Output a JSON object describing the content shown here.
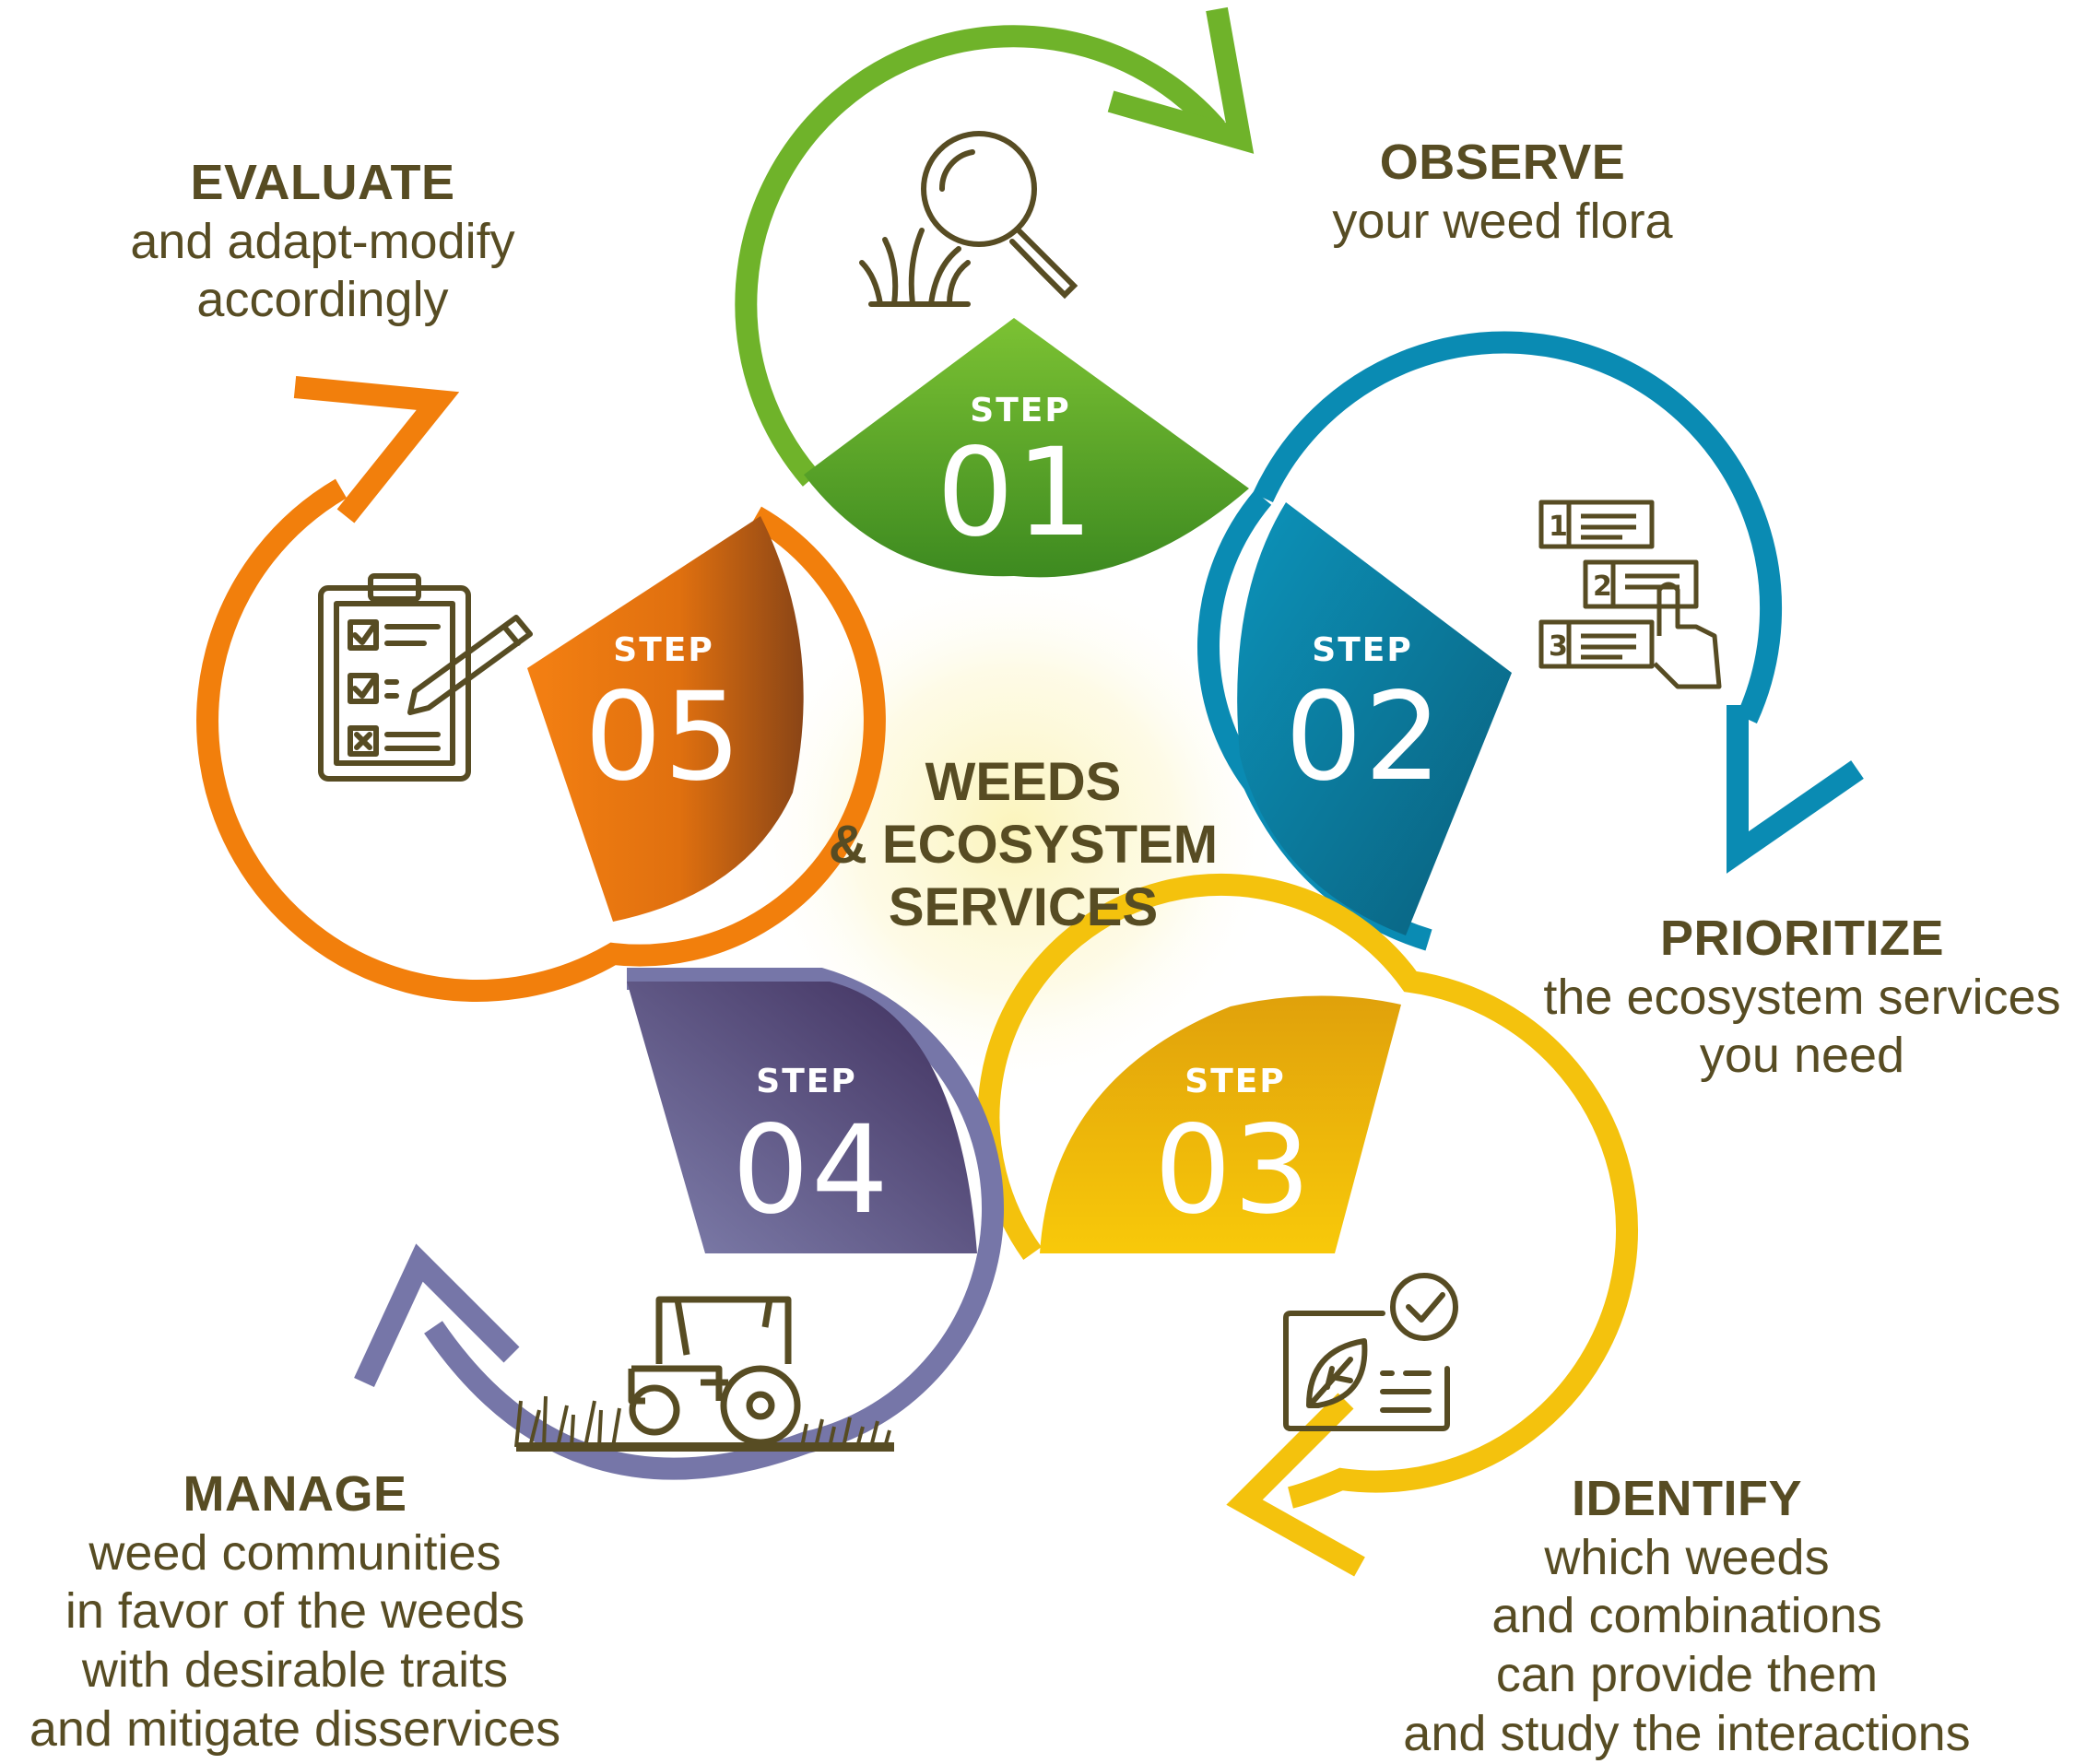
{
  "center": {
    "line1": "WEEDS",
    "line2": "& ECOSYSTEM",
    "line3": "SERVICES"
  },
  "steps": [
    {
      "word": "STEP",
      "number": "01",
      "color": "#6fb32a",
      "icon": "magnifier-grass-icon",
      "caption": {
        "heading": "OBSERVE",
        "lines": [
          "your weed flora"
        ]
      }
    },
    {
      "word": "STEP",
      "number": "02",
      "color": "#0a8bb3",
      "icon": "ranked-list-hand-icon",
      "caption": {
        "heading": "PRIORITIZE",
        "lines": [
          "the ecosystem services",
          "you need"
        ]
      }
    },
    {
      "word": "STEP",
      "number": "03",
      "color": "#f4c20d",
      "icon": "leaf-id-card-check-icon",
      "caption": {
        "heading": "IDENTIFY",
        "lines": [
          "which weeds",
          "and combinations",
          "can provide them",
          "and study the interactions"
        ]
      }
    },
    {
      "word": "STEP",
      "number": "04",
      "color": "#7676a8",
      "icon": "tractor-field-icon",
      "caption": {
        "heading": "MANAGE",
        "lines": [
          "weed communities",
          "in favor of the weeds",
          "with desirable traits",
          "and mitigate disservices"
        ]
      }
    },
    {
      "word": "STEP",
      "number": "05",
      "color": "#f27f0c",
      "icon": "clipboard-checklist-pencil-icon",
      "caption": {
        "heading": "EVALUATE",
        "lines": [
          "and adapt-modify",
          "accordingly"
        ]
      }
    }
  ],
  "colors": {
    "text": "#574c23",
    "icon": "#574c23",
    "glow": "#fbf6c8"
  }
}
